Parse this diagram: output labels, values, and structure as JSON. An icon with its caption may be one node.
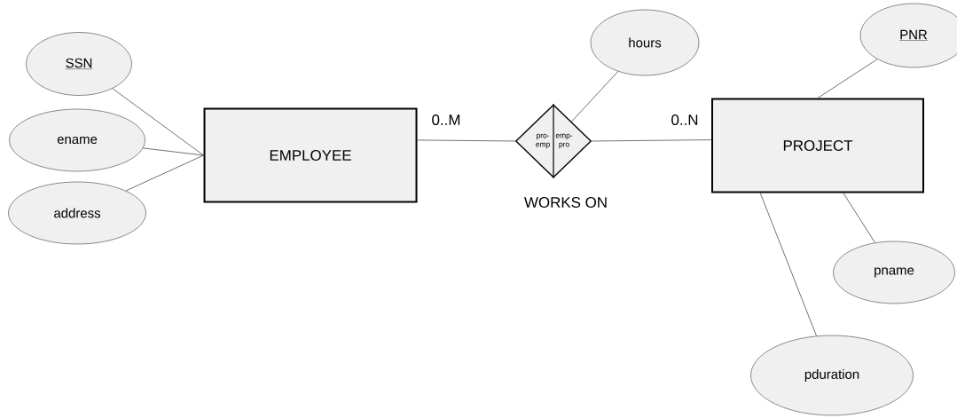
{
  "diagram": {
    "nodes": [
      {
        "text": [
          "SSN"
        ]
      },
      {
        "text": [
          "ename"
        ]
      },
      {
        "text": [
          "address"
        ]
      },
      {
        "text": [
          "EMPLOYEE"
        ]
      },
      {
        "text": [
          "pro-emp",
          "emp-pro"
        ],
        "beside": [
          "WORKS ON"
        ]
      },
      {
        "text": [
          "hours"
        ]
      },
      {
        "text": [
          "PNR"
        ]
      },
      {
        "text": [
          "PROJECT"
        ]
      },
      {
        "text": [
          "pname"
        ]
      },
      {
        "text": [
          "pduration"
        ]
      }
    ],
    "edges": [
      {
        "from": 0,
        "to": 3,
        "arrow": "none"
      },
      {
        "from": 1,
        "to": 3,
        "arrow": "none"
      },
      {
        "from": 2,
        "to": 3,
        "arrow": "none"
      },
      {
        "from": 3,
        "to": 4,
        "arrow": "none",
        "label": "0..M"
      },
      {
        "from": 4,
        "to": 7,
        "arrow": "none",
        "label": "0..N"
      },
      {
        "from": 4,
        "to": 5,
        "arrow": "none"
      },
      {
        "from": 6,
        "to": 7,
        "arrow": "none"
      },
      {
        "from": 7,
        "to": 8,
        "arrow": "none"
      },
      {
        "from": 7,
        "to": 9,
        "arrow": "none"
      }
    ]
  }
}
